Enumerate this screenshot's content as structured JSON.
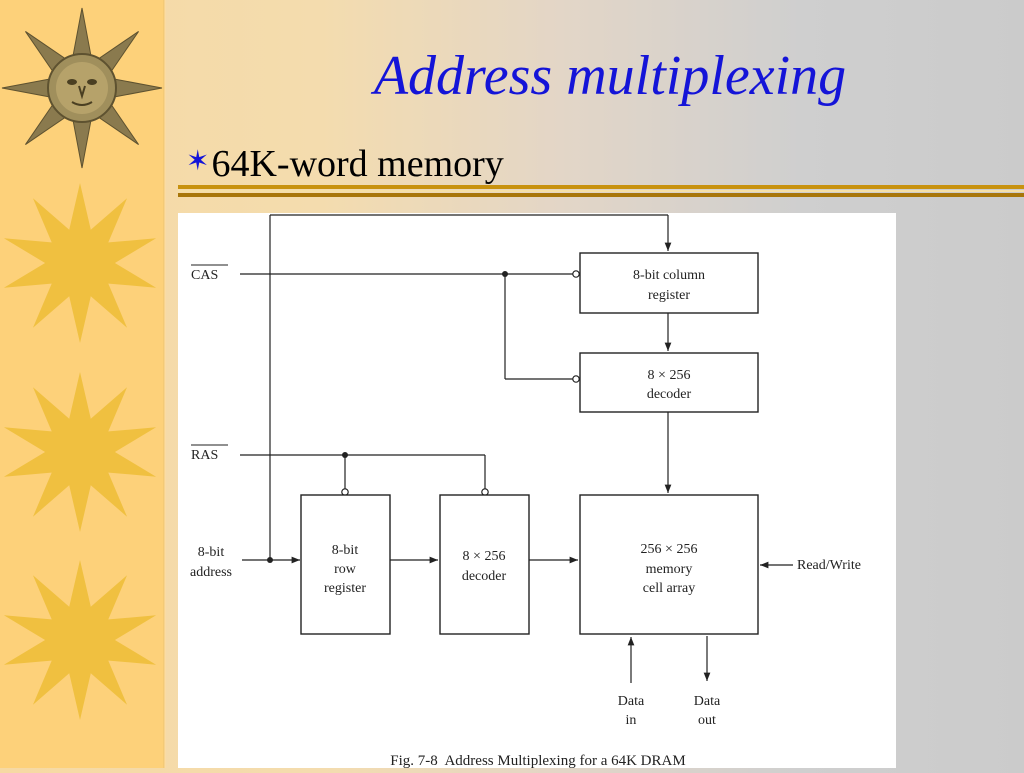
{
  "slide": {
    "title": "Address multiplexing",
    "bullet": "64K-word memory"
  },
  "colors": {
    "title": "#1414d8",
    "bullet_star": "#1414d8",
    "sidebar": "#fdd17a",
    "sun_decoration": "#f0c040",
    "rule": "#c8920f"
  },
  "icons": {
    "bullet": "six-point-star-icon",
    "sidebar": [
      "sun-face-icon",
      "sun-icon",
      "sun-icon",
      "sun-icon"
    ]
  },
  "diagram": {
    "signals": {
      "cas": "CAS",
      "ras": "RAS",
      "address_line1": "8-bit",
      "address_line2": "address",
      "read_write": "Read/Write",
      "data_in_line1": "Data",
      "data_in_line2": "in",
      "data_out_line1": "Data",
      "data_out_line2": "out"
    },
    "blocks": {
      "column_register": [
        "8-bit column",
        "register"
      ],
      "column_decoder": [
        "8 × 256",
        "decoder"
      ],
      "row_register": [
        "8-bit",
        "row",
        "register"
      ],
      "row_decoder": [
        "8 × 256",
        "decoder"
      ],
      "memory_array": [
        "256 × 256",
        "memory",
        "cell array"
      ]
    },
    "caption": "Fig. 7-8  Address Multiplexing for a 64K DRAM"
  }
}
